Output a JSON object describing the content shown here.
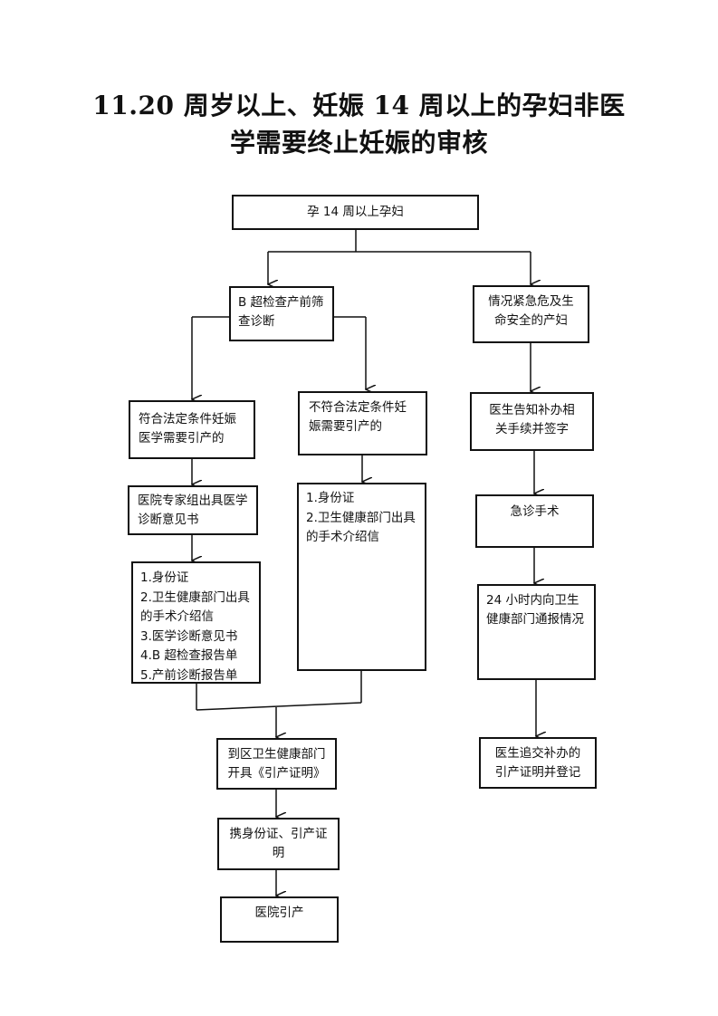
{
  "title": {
    "line1": "11.20 周岁以上、妊娠 14 周以上的孕妇非医",
    "line2": "学需要终止妊娠的审核"
  },
  "nodes": {
    "start": "孕 14 周以上孕妇",
    "bscan": "B 超检查产前筛查诊断",
    "emergency": "情况紧急危及生命安全的产妇",
    "legal": "符合法定条件妊娠医学需要引产的",
    "notlegal": "不符合法定条件妊娠需要引产的",
    "doctor_inform": "医生告知补办相关手续并签字",
    "expert_opinion": "医院专家组出具医学诊断意见书",
    "emergency_surgery": "急诊手术",
    "report24": "24 小时内向卫生健康部门通报情况",
    "later_certificate": "医生追交补办的引产证明并登记",
    "district": "到区卫生健康部门开具《引产证明》",
    "carry": "携身份证、引产证明",
    "hospital": "医院引产"
  },
  "docs_legal": [
    "1.身份证",
    "2.卫生健康部门出具的手术介绍信",
    "3.医学诊断意见书",
    "4.B 超检查报告单",
    "5.产前诊断报告单"
  ],
  "docs_notlegal": [
    "1.身份证",
    "2.卫生健康部门出具的手术介绍信"
  ]
}
